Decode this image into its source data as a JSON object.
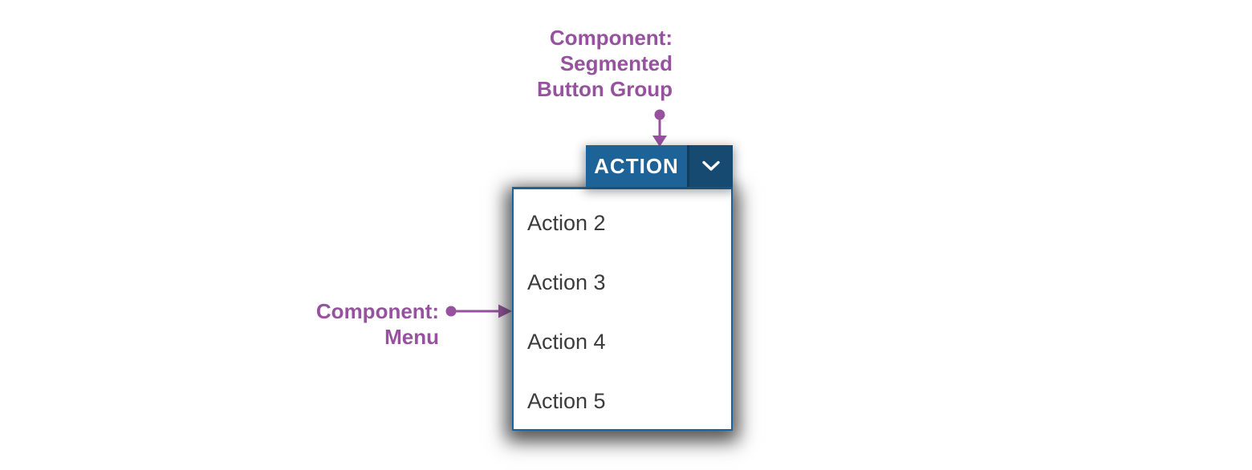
{
  "colors": {
    "accent-purple": "#96519f",
    "segment-blue": "#1e6398",
    "segment-dark-blue": "#164a70",
    "segment-divider": "#103c5e",
    "menu-border": "#1e6398",
    "menu-text": "#3b3b3b",
    "button-text": "#ffffff",
    "menu-bg": "#ffffff",
    "page-bg": "#ffffff"
  },
  "annotation_top": {
    "line1": "Component:",
    "line2": "Segmented",
    "line3": "Button Group"
  },
  "annotation_left": {
    "line1": "Component:",
    "line2": "Menu"
  },
  "segmented_button_group": {
    "primary_label": "ACTION",
    "toggle_icon": "chevron-down"
  },
  "menu": {
    "items": [
      "Action 2",
      "Action 3",
      "Action 4",
      "Action 5"
    ]
  }
}
